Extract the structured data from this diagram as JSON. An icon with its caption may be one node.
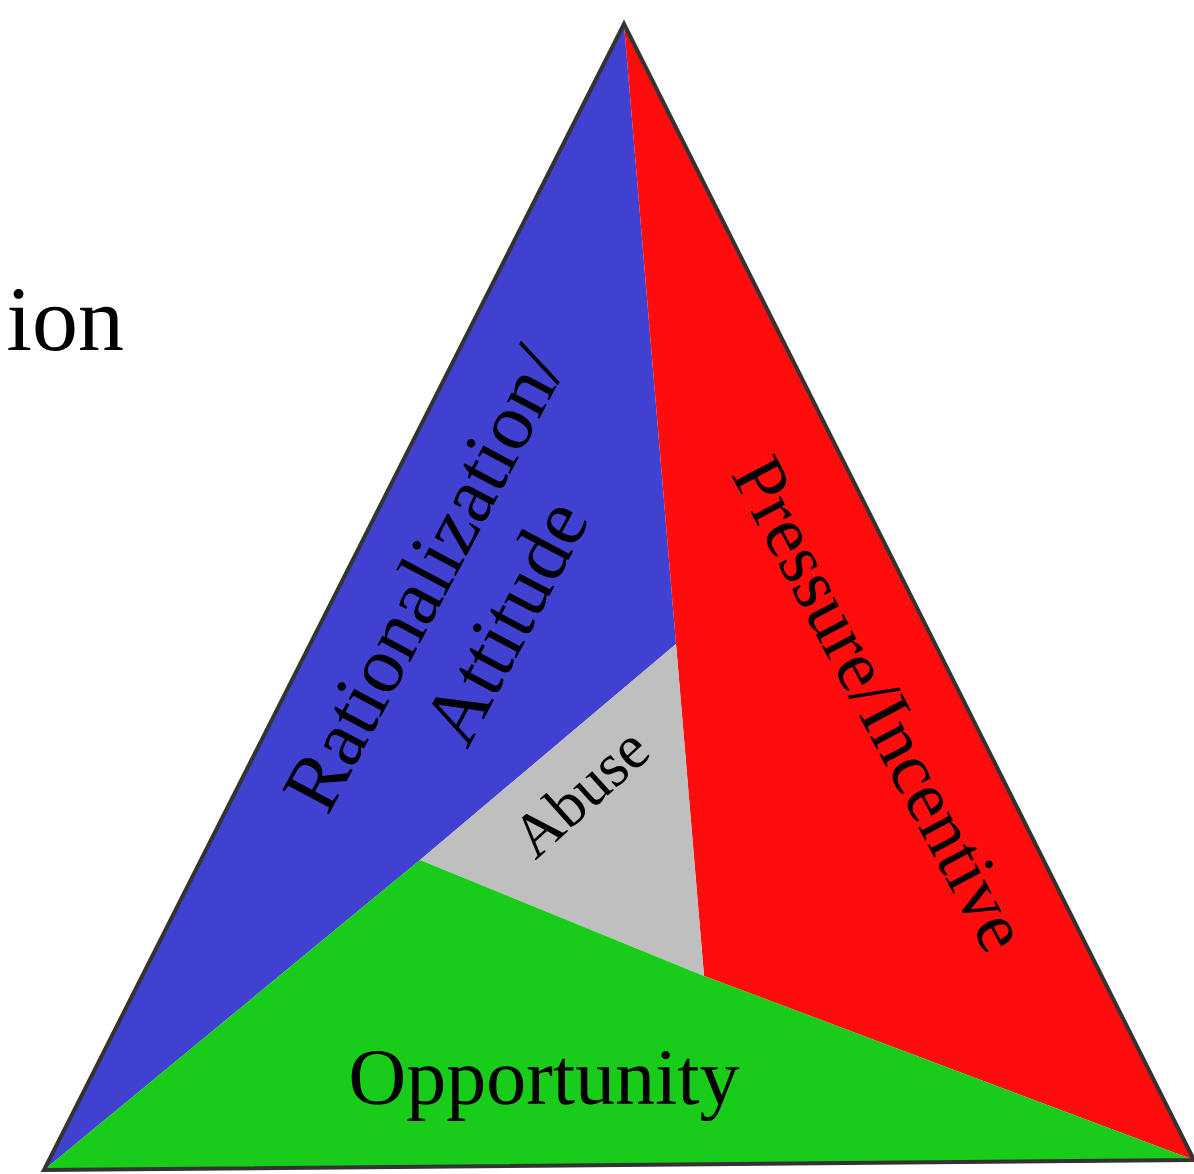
{
  "diagram": {
    "nodes": [
      {
        "text": [
          "Rationalization/ Attitude"
        ]
      },
      {
        "text": [
          "Pressure/Incentive"
        ]
      },
      {
        "text": [
          "Abuse"
        ]
      },
      {
        "text": [
          "Opportunity"
        ]
      }
    ],
    "labels": [
      "ion"
    ]
  }
}
